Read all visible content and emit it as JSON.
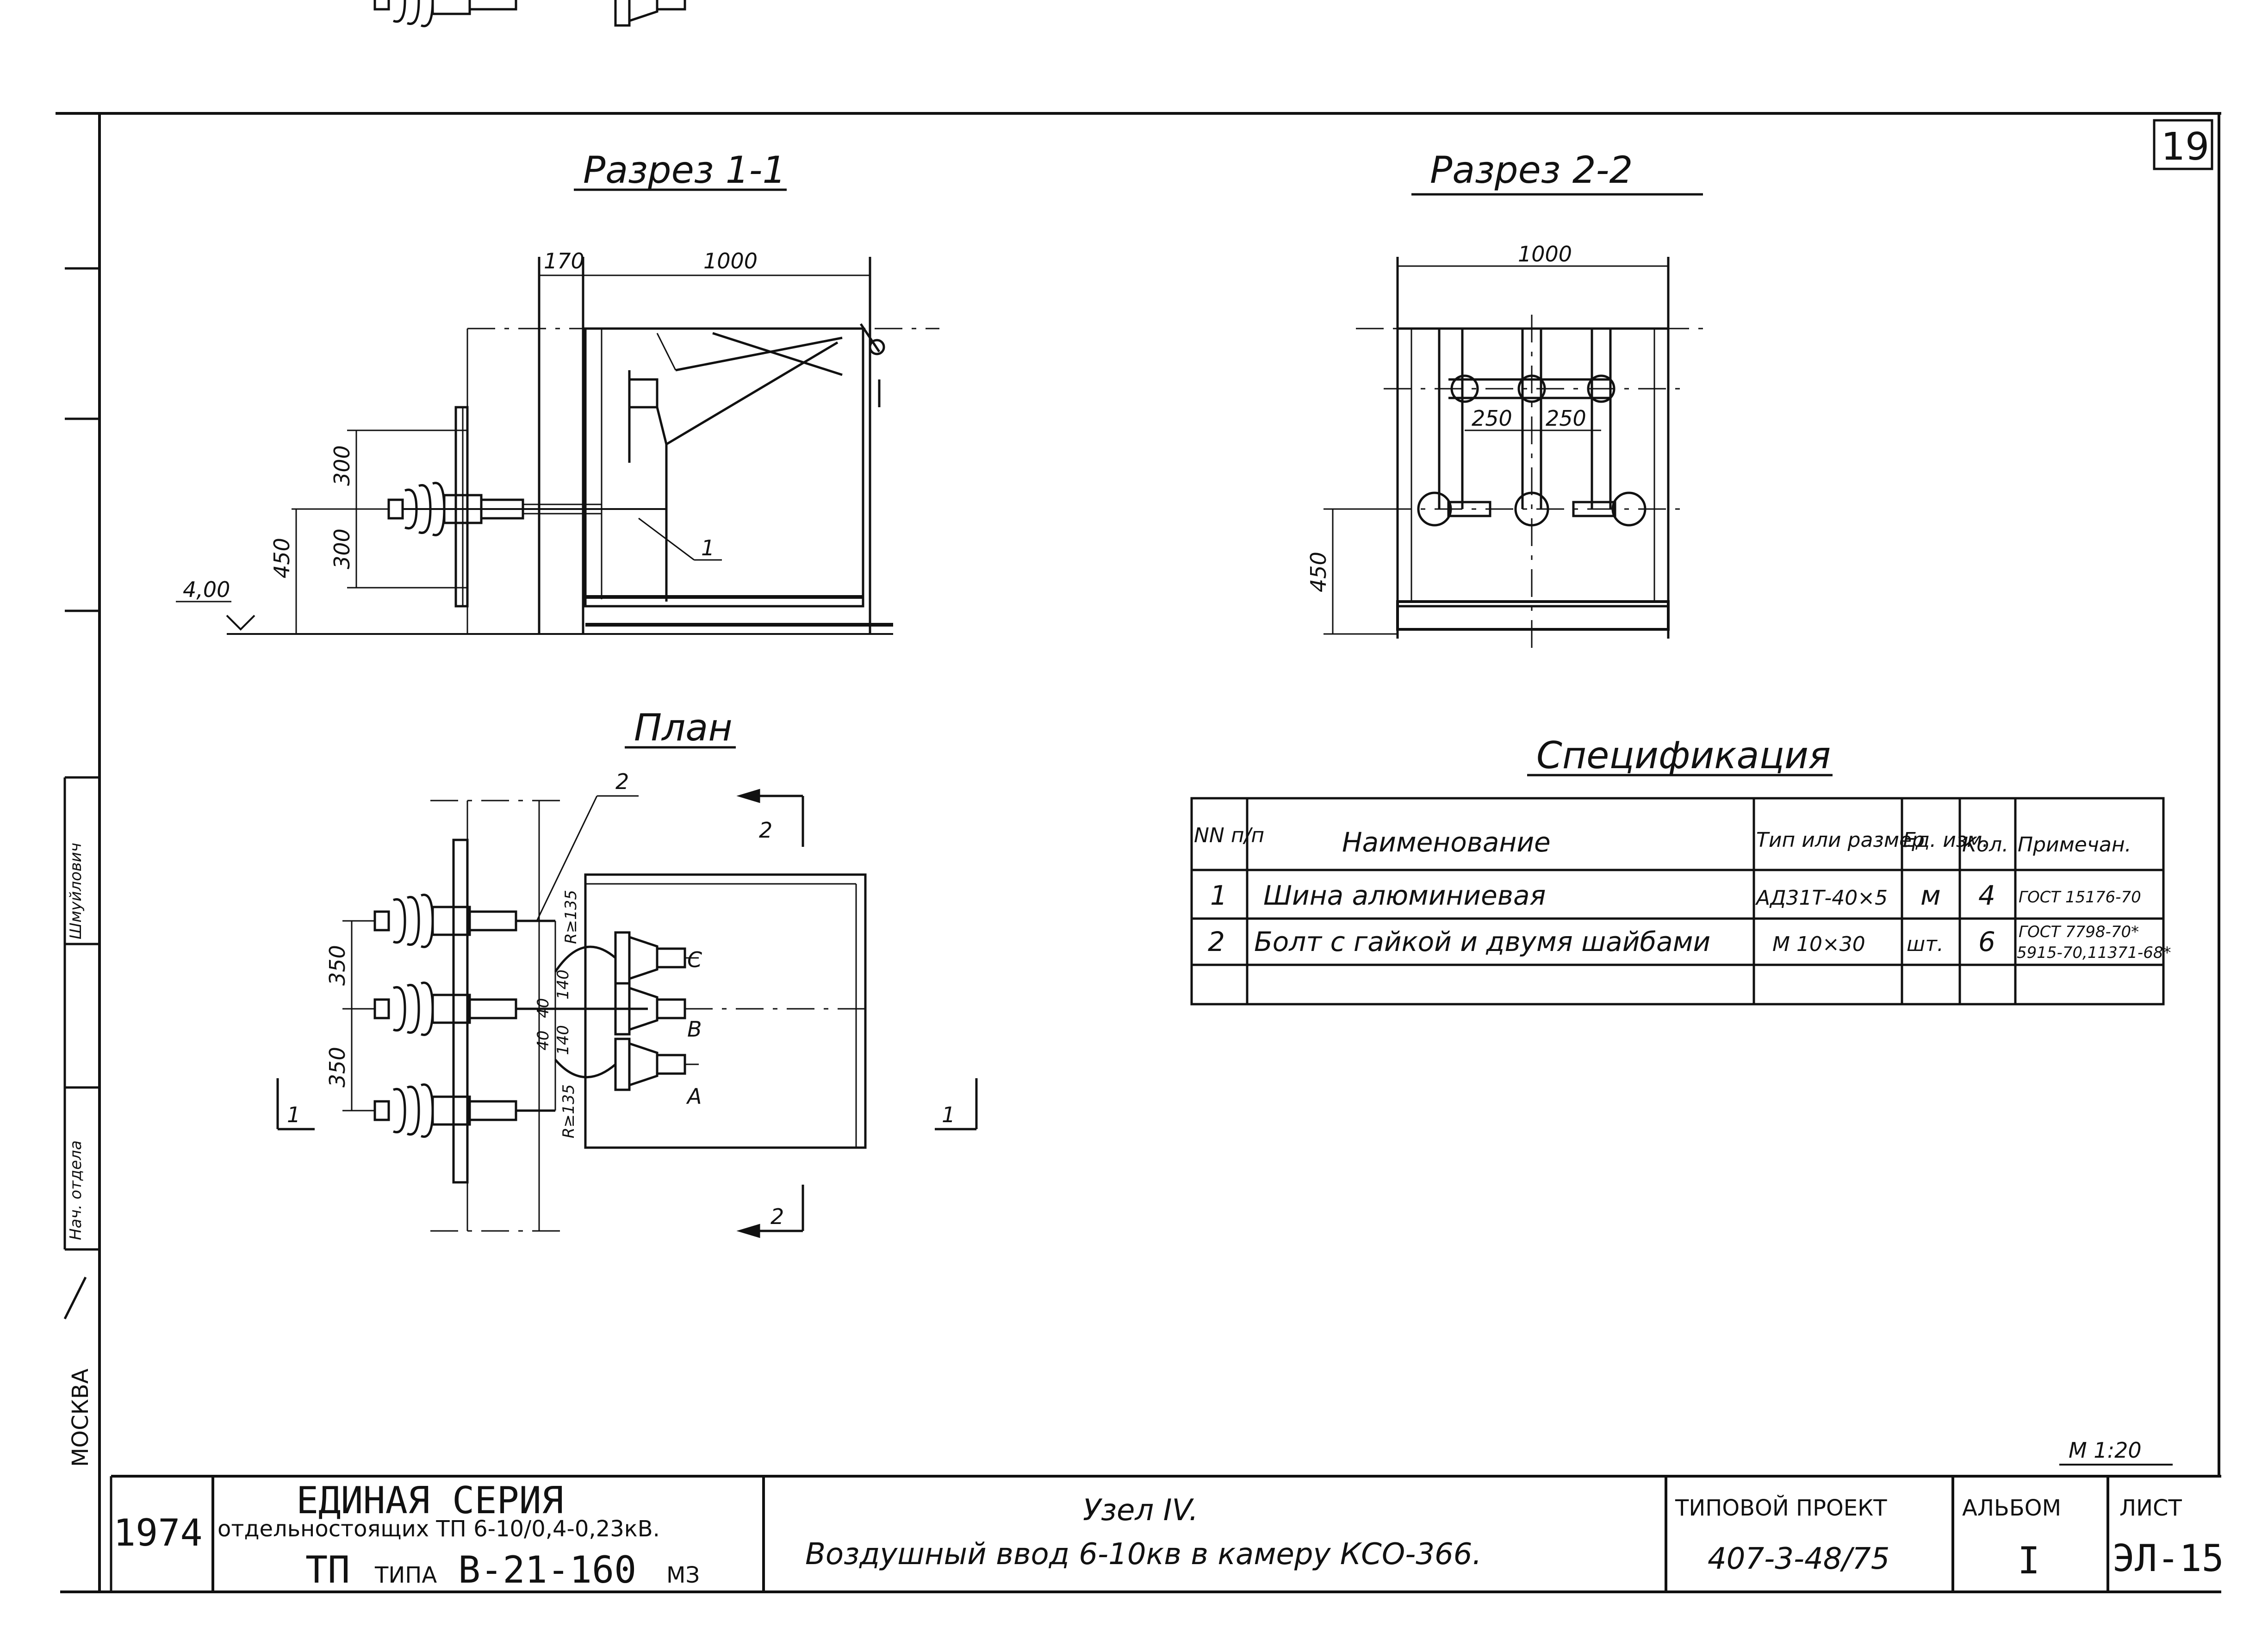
{
  "sheet_number": "19",
  "scale": "М 1:20",
  "section_1": {
    "title": "Разрез 1-1",
    "dim_170": "170",
    "dim_1000": "1000",
    "dim_300a": "300",
    "dim_300b": "300",
    "dim_450": "450",
    "level": "4,00",
    "pos_1": "1"
  },
  "section_2": {
    "title": "Разрез 2-2",
    "dim_1000": "1000",
    "dim_250a": "250",
    "dim_250b": "250",
    "dim_450": "450"
  },
  "plan": {
    "title": "План",
    "pos_2": "2",
    "cut_2_top": "2",
    "cut_2_bottom": "2",
    "cut_1_left": "1",
    "cut_1_right": "1",
    "dim_350a": "350",
    "dim_350b": "350",
    "dim_40a": "40",
    "dim_40b": "40",
    "dim_140a": "140",
    "dim_140b": "140",
    "r_top": "R≥135",
    "r_bottom": "R≥135",
    "phase_c": "C",
    "phase_b": "B",
    "phase_a": "A"
  },
  "specification": {
    "title": "Спецификация",
    "headers": {
      "num": "NN п/п",
      "name": "Наименование",
      "type": "Тип или размер",
      "unit": "Ед. изм.",
      "qty": "Кол.",
      "note": "Примечан."
    },
    "rows": [
      {
        "num": "1",
        "name": "Шина алюминиевая",
        "type": "АД31Т-40×5",
        "unit": "м",
        "qty": "4",
        "note1": "ГОСТ 15176-70",
        "note2": ""
      },
      {
        "num": "2",
        "name": "Болт с гайкой и двумя шайбами",
        "type": "М 10×30",
        "unit": "шт.",
        "qty": "6",
        "note1": "ГОСТ 7798-70*",
        "note2": "5915-70,11371-68*"
      }
    ]
  },
  "side_stamp": {
    "head": "Нач. отдела",
    "signature": "Шмуйлович",
    "city": "МОСКВА"
  },
  "title_block": {
    "sheet_code": "1974",
    "series_title": "ЕДИНАЯ СЕРИЯ",
    "series_sub": "отдельностоящих ТП 6-10/0,4-0,23кВ.",
    "tp_type_prefix": "ТП",
    "tp_type_word": "ТИПА",
    "tp_type": "В-21-160",
    "tp_suffix": "МЗ",
    "node_title": "Узел IV.",
    "node_desc": "Воздушный ввод 6-10кв в камеру КСО-366.",
    "project_label": "ТИПОВОЙ ПРОЕКТ",
    "project_no": "407-3-48/75",
    "album_label": "АЛЬБОМ",
    "album_no": "I",
    "list_label": "ЛИСТ",
    "list_no": "ЭЛ-15"
  }
}
